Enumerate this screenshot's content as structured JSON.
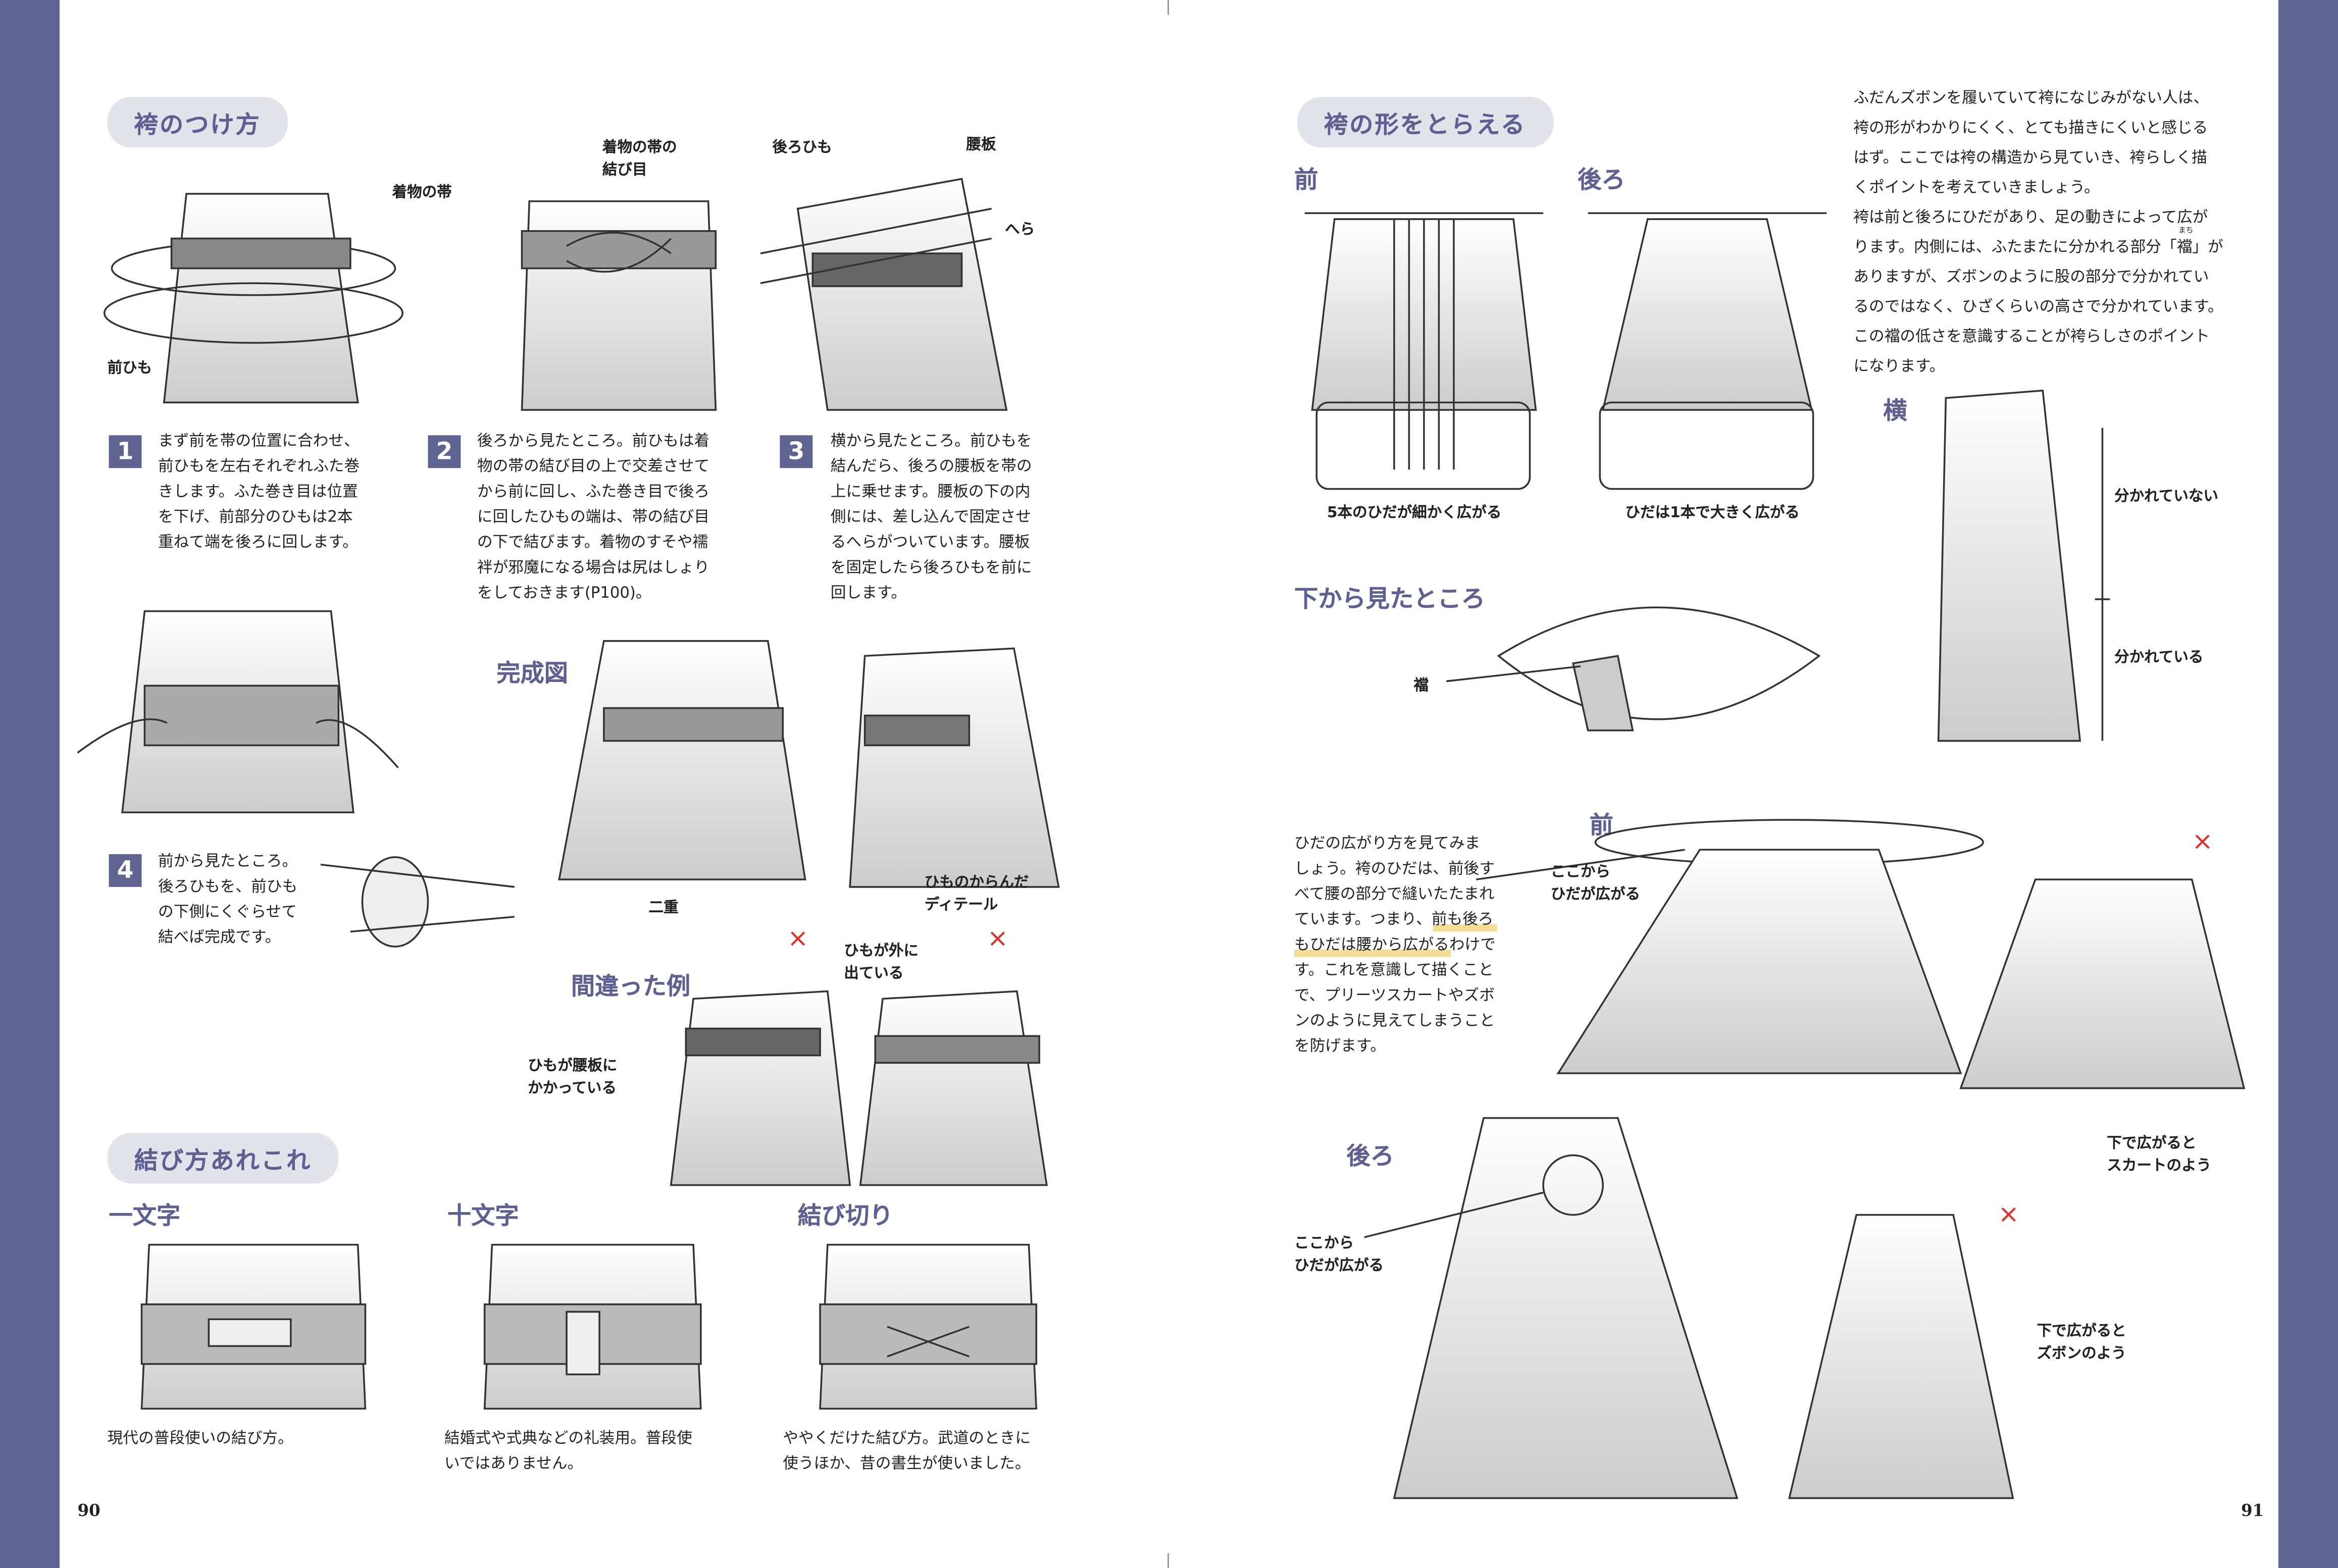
{
  "colors": {
    "sidebar": "#5f6390",
    "heading": "#5d6091",
    "highlight": "#f4dd97",
    "error_mark": "#d9342b"
  },
  "left_page": {
    "page_number": "90",
    "section_wearing": {
      "title": "袴のつけ方",
      "labels": {
        "kimono_obi": "着物の帯",
        "mae_himo": "前ひも",
        "obi_knot": "着物の帯の\n結び目",
        "ushiro_himo": "後ろひも",
        "koshiita": "腰板",
        "hera": "へら"
      },
      "steps": [
        {
          "number": "1",
          "text": "まず前を帯の位置に合わせ、\n前ひもを左右それぞれふた巻\nきします。ふた巻き目は位置\nを下げ、前部分のひもは2本\n重ねて端を後ろに回します。"
        },
        {
          "number": "2",
          "text": "後ろから見たところ。前ひもは着\n物の帯の結び目の上で交差させて\nから前に回し、ふた巻き目で後ろ\nに回したひもの端は、帯の結び目\nの下で結びます。着物のすそや襦\n袢が邪魔になる場合は尻はしょり\nをしておきます(P100)。"
        },
        {
          "number": "3",
          "text": "横から見たところ。前ひもを\n結んだら、後ろの腰板を帯の\n上に乗せます。腰板の下の内\n側には、差し込んで固定させ\nるへらがついています。腰板\nを固定したら後ろひもを前に\n回します。"
        },
        {
          "number": "4",
          "text": "前から見たところ。\n後ろひもを、前ひも\nの下側にくぐらせて\n結べば完成です。"
        }
      ]
    },
    "completed": {
      "title": "完成図",
      "labels": {
        "nijuu": "二重",
        "detail": "ひものからんだ\nディテール"
      }
    },
    "wrong": {
      "title": "間違った例",
      "labels": {
        "on_koshiita": "ひもが腰板に\nかかっている",
        "outside": "ひもが外に\n出ている"
      },
      "marks": [
        "×",
        "×"
      ]
    },
    "section_knots": {
      "title": "結び方あれこれ",
      "items": [
        {
          "name": "一文字",
          "text": "現代の普段使いの結び方。"
        },
        {
          "name": "十文字",
          "text": "結婚式や式典などの礼装用。普段使\nいではありません。"
        },
        {
          "name": "結び切り",
          "text": "ややくだけた結び方。武道のときに\n使うほか、昔の書生が使いました。"
        }
      ]
    }
  },
  "right_page": {
    "page_number": "91",
    "section_shape": {
      "title": "袴の形をとらえる",
      "intro": "ふだんズボンを履いていて袴になじみがない人は、\n袴の形がわかりにくく、とても描きにくいと感じる\nはず。ここでは袴の構造から見ていき、袴らしく描\nくポイントを考えていきましょう。\n袴は前と後ろにひだがあり、足の動きによって広が\nります。内側には、ふたまたに分かれる部分「襠」が\nありますが、ズボンのように股の部分で分かれてい\nるのではなく、ひざくらいの高さで分かれています。\nこの襠の低さを意識することが袴らしさのポイント\nになります。",
      "ruby": "まち",
      "front": {
        "title": "前",
        "caption": "5本のひだが細かく広がる"
      },
      "back": {
        "title": "後ろ",
        "caption": "ひだは1本で大きく広がる"
      },
      "side": {
        "title": "横",
        "not_split": "分かれていない",
        "split": "分かれている"
      },
      "bottom": {
        "title": "下から見たところ",
        "label": "襠"
      }
    },
    "pleats": {
      "text": "ひだの広がり方を見てみま\nしょう。袴のひだは、前後す\nべて腰の部分で縫いたたまれ\nています。つまり、前も後ろ\nもひだは腰から広がるわけで\nす。これを意識して描くこと\nで、プリーツスカートやズボ\nンのように見えてしまうこと\nを防げます。",
      "front_title": "前",
      "back_title": "後ろ",
      "from_here": "ここから\nひだが広がる",
      "skirt": "下で広がると\nスカートのよう",
      "pants": "下で広がると\nズボンのよう",
      "marks": [
        "×",
        "×"
      ]
    }
  }
}
